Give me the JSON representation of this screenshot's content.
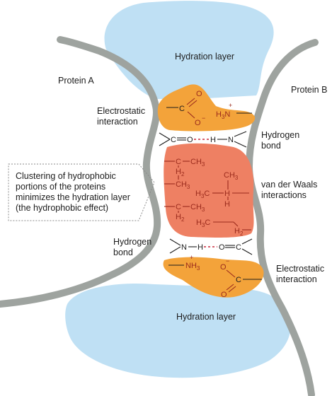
{
  "labels": {
    "hydration_top": "Hydration layer",
    "hydration_bottom": "Hydration layer",
    "protein_a": "Protein A",
    "protein_b": "Protein B",
    "electrostatic_left_1": "Electrostatic",
    "electrostatic_left_2": "interaction",
    "hydrogen_right_1": "Hydrogen",
    "hydrogen_right_2": "bond",
    "callout": [
      "Clustering of hydrophobic",
      "portions of the proteins",
      "minimizes the hydration layer",
      "(the hydrophobic effect)"
    ],
    "vdw_1": "van der Waals",
    "vdw_2": "interactions",
    "hydrogen_left_1": "Hydrogen",
    "hydrogen_left_2": "bond",
    "electrostatic_right_1": "Electrostatic",
    "electrostatic_right_2": "interaction"
  },
  "chemistry": {
    "carboxylate_top": {
      "carbon": "C",
      "o_top": "O",
      "o_bottom": "O",
      "charge": "−"
    },
    "ammonium_top": {
      "text": "H",
      "sub": "3",
      "n": "N",
      "charge": "+"
    },
    "hbond_top": {
      "c": "C",
      "o": "O",
      "h": "H",
      "n": "N"
    },
    "hydrophobic": {
      "ch_a": "C",
      "ch3_a": "CH",
      "sub3_a": "3",
      "h2_a": "H",
      "sub2_a": "2",
      "ch3_b": "CH",
      "sub3_b": "3",
      "ch3_c": "CH",
      "sub3_c": "3",
      "h3c_d": "H",
      "sub3_d": "3",
      "c_d": "C",
      "h_e": "H",
      "ch_f": "C",
      "ch3_f": "CH",
      "sub3_f": "3",
      "h2_f": "H",
      "sub2_f": "2",
      "h3c_g": "H",
      "sub3_g": "3",
      "c_g": "C",
      "h2_h": "H",
      "sub2_h": "2"
    },
    "hbond_bottom": {
      "n": "N",
      "h": "H",
      "o": "O",
      "c": "C"
    },
    "ammonium_bottom": {
      "text": "NH",
      "sub": "3",
      "charge": "+"
    },
    "carboxylate_bottom": {
      "o_top": "O",
      "c": "C",
      "o_bottom": "O",
      "charge": "−"
    }
  },
  "colors": {
    "hydration": "#bfe0f4",
    "protein": "#9ea39f",
    "electrostatic": "#f3a33a",
    "hydrophobic": "#ee8063",
    "chem_text": "#9b2a1c",
    "hbond_dash": "#c8283c"
  }
}
